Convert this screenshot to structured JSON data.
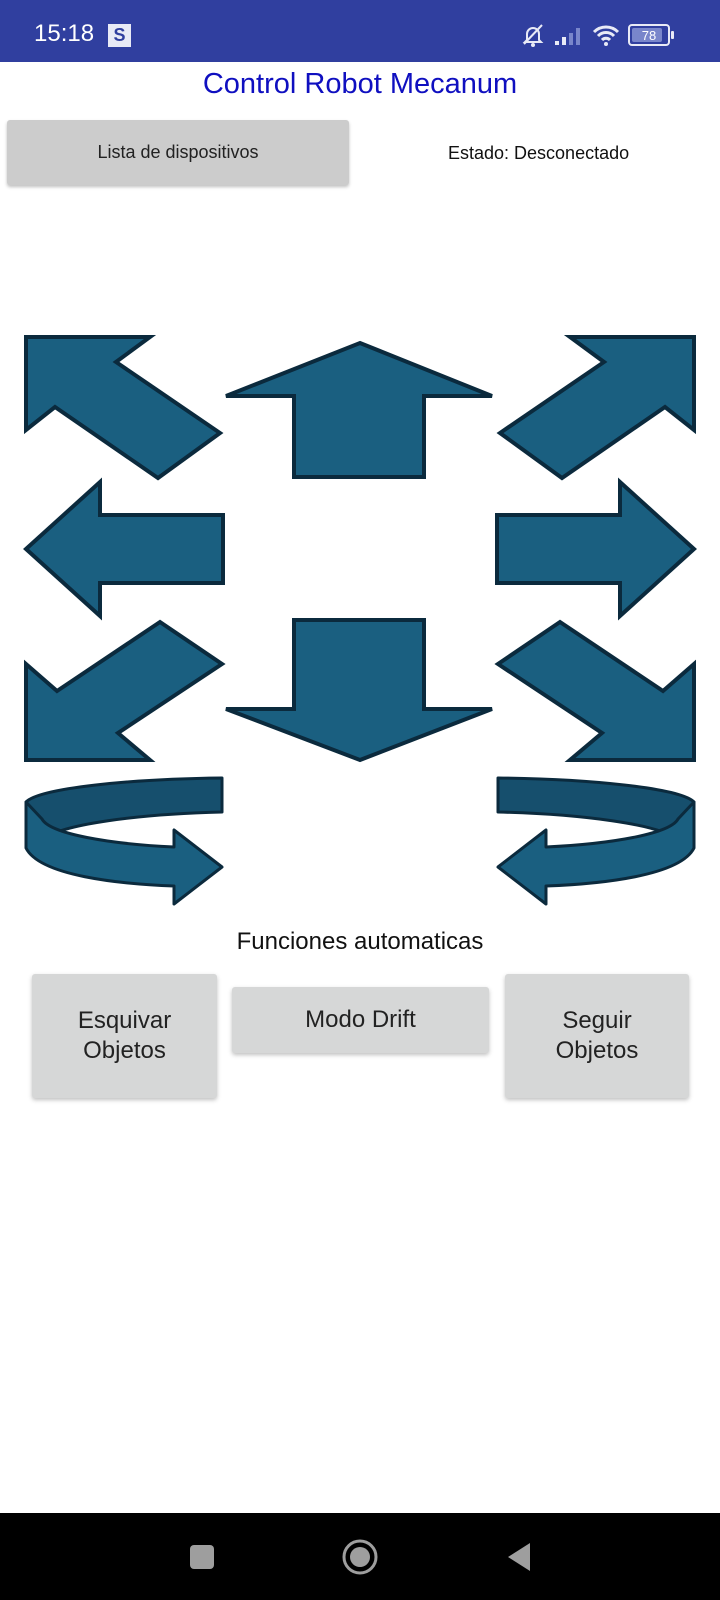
{
  "statusbar": {
    "time": "15:18",
    "app_badge": "S",
    "icons": [
      "bell-muted-icon",
      "signal-icon",
      "wifi-icon",
      "battery-icon"
    ],
    "battery_level": "78"
  },
  "app": {
    "title": "Control Robot Mecanum",
    "devices_button": "Lista de dispositivos",
    "status_text": "Estado: Desconectado"
  },
  "controls": {
    "arrow_color": "#1a5f80",
    "arrow_stroke": "#0b2a3d",
    "arrows": [
      {
        "name": "arrow-up-left",
        "direction": "up-left"
      },
      {
        "name": "arrow-up",
        "direction": "up"
      },
      {
        "name": "arrow-up-right",
        "direction": "up-right"
      },
      {
        "name": "arrow-left",
        "direction": "left"
      },
      {
        "name": "arrow-right",
        "direction": "right"
      },
      {
        "name": "arrow-down-left",
        "direction": "down-left"
      },
      {
        "name": "arrow-down",
        "direction": "down"
      },
      {
        "name": "arrow-down-right",
        "direction": "down-right"
      },
      {
        "name": "rotate-clockwise",
        "direction": "rotate-right"
      },
      {
        "name": "rotate-counterclockwise",
        "direction": "rotate-left"
      }
    ]
  },
  "auto": {
    "label": "Funciones automaticas",
    "buttons": [
      {
        "line1": "Esquivar",
        "line2": "Objetos"
      },
      {
        "line1": "Modo Drift",
        "line2": ""
      },
      {
        "line1": "Seguir",
        "line2": "Objetos"
      }
    ]
  },
  "navbar": {
    "buttons": [
      "recents",
      "home",
      "back"
    ]
  }
}
